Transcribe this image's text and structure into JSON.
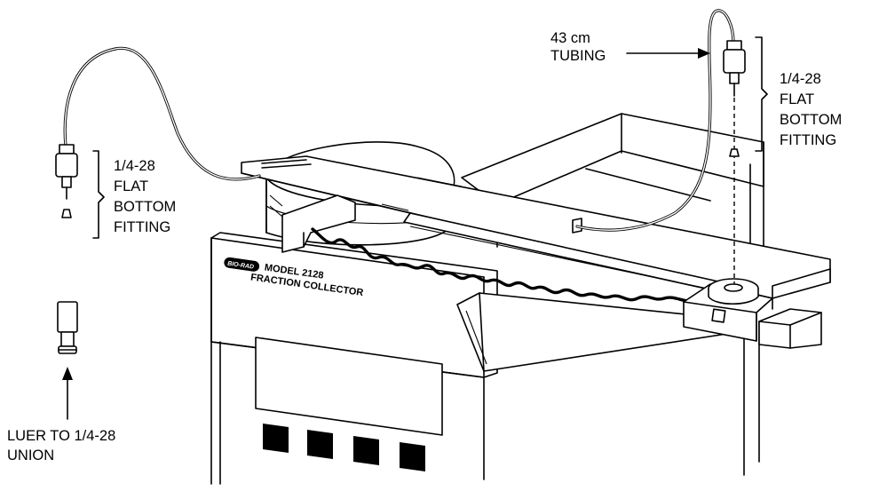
{
  "labels": {
    "tubing": [
      "43 cm",
      "TUBING"
    ],
    "fitting_right": [
      "1/4-28",
      "FLAT",
      "BOTTOM",
      "FITTING"
    ],
    "fitting_left": [
      "1/4-28",
      "FLAT",
      "BOTTOM",
      "FITTING"
    ],
    "union": [
      "LUER TO 1/4-28",
      "UNION"
    ]
  },
  "instrument": {
    "brand": "BIO-RAD",
    "model_line1": "MODEL 2128",
    "model_line2": "FRACTION COLLECTOR"
  }
}
